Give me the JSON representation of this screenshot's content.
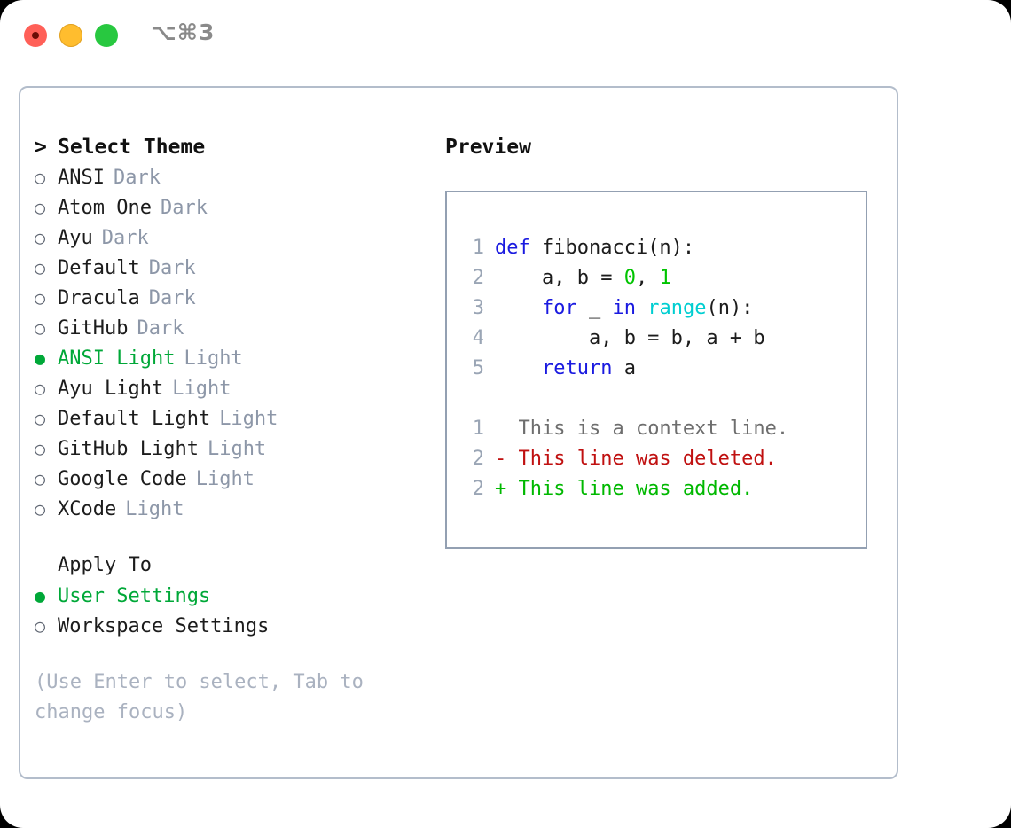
{
  "window": {
    "title_shortcut": "⌥⌘3",
    "traffic_lights": [
      {
        "name": "close",
        "color": "#ff6058"
      },
      {
        "name": "minimize",
        "color": "#ffbd2e"
      },
      {
        "name": "maximize",
        "color": "#28c840"
      }
    ]
  },
  "colors": {
    "accent_green": "#00a838",
    "muted": "#8d97a8",
    "hint": "#aab2c0",
    "panel_border": "#b3bdcb",
    "preview_border": "#93a0b2",
    "keyword_blue": "#1a1ae0",
    "function_cyan": "#00ced1",
    "number_green": "#00c400",
    "diff_add": "#00b800",
    "diff_del": "#c01010",
    "diff_ctx": "#6e6e6e"
  },
  "theme_panel": {
    "header": "Select Theme",
    "header_caret": ">",
    "bullet_empty": "○",
    "bullet_filled": "●",
    "items": [
      {
        "name": "ANSI",
        "variant": "Dark",
        "selected": false
      },
      {
        "name": "Atom One",
        "variant": "Dark",
        "selected": false
      },
      {
        "name": "Ayu",
        "variant": "Dark",
        "selected": false
      },
      {
        "name": "Default",
        "variant": "Dark",
        "selected": false
      },
      {
        "name": "Dracula",
        "variant": "Dark",
        "selected": false
      },
      {
        "name": "GitHub",
        "variant": "Dark",
        "selected": false
      },
      {
        "name": "ANSI Light",
        "variant": "Light",
        "selected": true
      },
      {
        "name": "Ayu Light",
        "variant": "Light",
        "selected": false
      },
      {
        "name": "Default Light",
        "variant": "Light",
        "selected": false
      },
      {
        "name": "GitHub Light",
        "variant": "Light",
        "selected": false
      },
      {
        "name": "Google Code",
        "variant": "Light",
        "selected": false
      },
      {
        "name": "XCode",
        "variant": "Light",
        "selected": false
      }
    ]
  },
  "apply_to": {
    "header": "Apply To",
    "options": [
      {
        "label": "User Settings",
        "selected": true
      },
      {
        "label": "Workspace Settings",
        "selected": false
      }
    ]
  },
  "hint": "(Use Enter to select, Tab to change focus)",
  "preview": {
    "title": "Preview",
    "code_lines": [
      {
        "number": "1",
        "tokens": [
          {
            "text": "def ",
            "kind": "kw"
          },
          {
            "text": "fibonacci(n):",
            "kind": "plain"
          }
        ]
      },
      {
        "number": "2",
        "tokens": [
          {
            "text": "    a, b = ",
            "kind": "plain"
          },
          {
            "text": "0",
            "kind": "num"
          },
          {
            "text": ", ",
            "kind": "plain"
          },
          {
            "text": "1",
            "kind": "num"
          }
        ]
      },
      {
        "number": "3",
        "tokens": [
          {
            "text": "    ",
            "kind": "plain"
          },
          {
            "text": "for",
            "kind": "kw"
          },
          {
            "text": " _ ",
            "kind": "plain"
          },
          {
            "text": "in",
            "kind": "kw"
          },
          {
            "text": " ",
            "kind": "plain"
          },
          {
            "text": "range",
            "kind": "fn"
          },
          {
            "text": "(n):",
            "kind": "plain"
          }
        ]
      },
      {
        "number": "4",
        "tokens": [
          {
            "text": "        a, b = b, a + b",
            "kind": "plain"
          }
        ]
      },
      {
        "number": "5",
        "tokens": [
          {
            "text": "    ",
            "kind": "plain"
          },
          {
            "text": "return",
            "kind": "kw"
          },
          {
            "text": " a",
            "kind": "plain"
          }
        ]
      }
    ],
    "diff_lines": [
      {
        "number": "1",
        "marker": " ",
        "text": " This is a context line.",
        "kind": "ctx"
      },
      {
        "number": "2",
        "marker": "-",
        "text": " This line was deleted.",
        "kind": "del"
      },
      {
        "number": "2",
        "marker": "+",
        "text": " This line was added.",
        "kind": "add"
      }
    ]
  }
}
